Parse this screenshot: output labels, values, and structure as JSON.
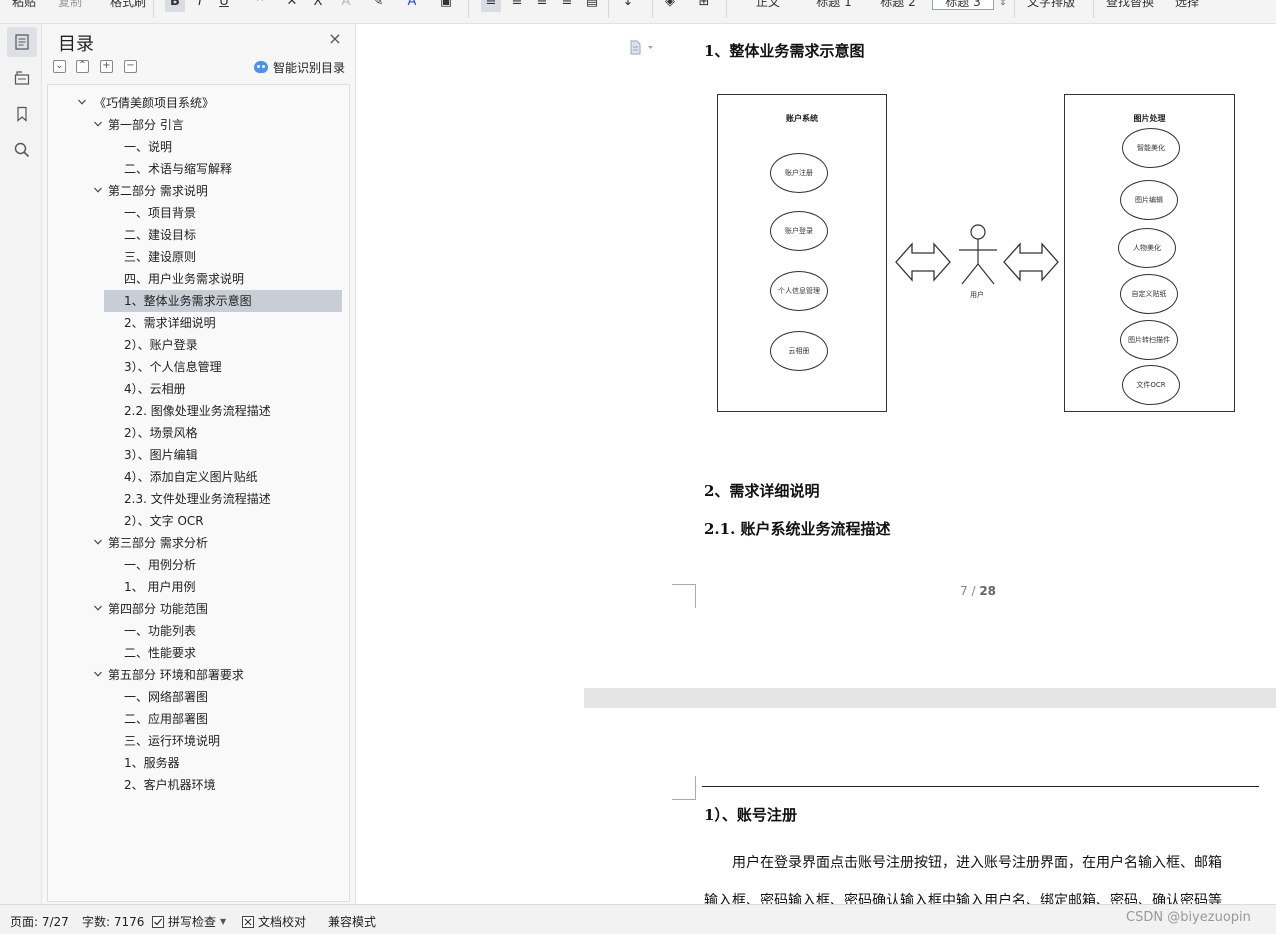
{
  "toolbar": {
    "paste": "粘贴",
    "copy": "复制",
    "format_painter": "格式刷",
    "styles": [
      "正文",
      "标题 1",
      "标题 2",
      "标题 3"
    ],
    "text_layout": "文字排版",
    "find_replace": "查找替换",
    "select": "选择"
  },
  "toc": {
    "title": "目录",
    "smart_button": "智能识别目录",
    "items": [
      {
        "label": "《巧倩美颜项目系统》"
      },
      {
        "label": "第一部分 引言"
      },
      {
        "label": "一、说明"
      },
      {
        "label": "二、术语与缩写解释"
      },
      {
        "label": "第二部分 需求说明"
      },
      {
        "label": "一、项目背景"
      },
      {
        "label": "二、建设目标"
      },
      {
        "label": "三、建设原则"
      },
      {
        "label": "四、用户业务需求说明"
      },
      {
        "label": "1、整体业务需求示意图"
      },
      {
        "label": "2、需求详细说明"
      },
      {
        "label": "2）、账户登录"
      },
      {
        "label": "3）、个人信息管理"
      },
      {
        "label": "4）、云相册"
      },
      {
        "label": "2.2. 图像处理业务流程描述"
      },
      {
        "label": "2）、场景风格"
      },
      {
        "label": "3）、图片编辑"
      },
      {
        "label": "4）、添加自定义图片贴纸"
      },
      {
        "label": "2.3. 文件处理业务流程描述"
      },
      {
        "label": "2）、文字 OCR"
      },
      {
        "label": "第三部分 需求分析"
      },
      {
        "label": "一、用例分析"
      },
      {
        "label": "1、 用户用例"
      },
      {
        "label": "第四部分 功能范围"
      },
      {
        "label": "一、功能列表"
      },
      {
        "label": "二、性能要求"
      },
      {
        "label": "第五部分 环境和部署要求"
      },
      {
        "label": "一、网络部署图"
      },
      {
        "label": "二、应用部署图"
      },
      {
        "label": "三、运行环境说明"
      },
      {
        "label": "1、服务器"
      },
      {
        "label": "2、客户机器环境"
      }
    ]
  },
  "document": {
    "heading1": "1、整体业务需求示意图",
    "diagram": {
      "left_box_title": "账户系统",
      "left_usecases": [
        "账户注册",
        "账户登录",
        "个人信息管理",
        "云相册"
      ],
      "actor_label": "用户",
      "right_box_title": "图片处理",
      "right_usecases": [
        "智能美化",
        "图片编辑",
        "人物美化",
        "自定义贴纸",
        "图片转扫描件",
        "文件OCR"
      ]
    },
    "heading2": "2、需求详细说明",
    "heading3": "2.1.  账户系统业务流程描述",
    "page_current": "7",
    "page_sep": " / ",
    "page_total": "28",
    "page2_heading": "1）、账号注册",
    "page2_para1": "用户在登录界面点击账号注册按钮，进入账号注册界面，在用户名输入框、邮箱",
    "page2_para2": "输入框、密码输入框、密码确认输入框中输入用户名、绑定邮箱、密码、确认密码等"
  },
  "statusbar": {
    "page": "页面: 7/27",
    "word_count": "字数: 7176",
    "spell_check": "拼写检查",
    "proofread": "文档校对",
    "compat_mode": "兼容模式",
    "watermark": "CSDN @biyezuopin"
  }
}
